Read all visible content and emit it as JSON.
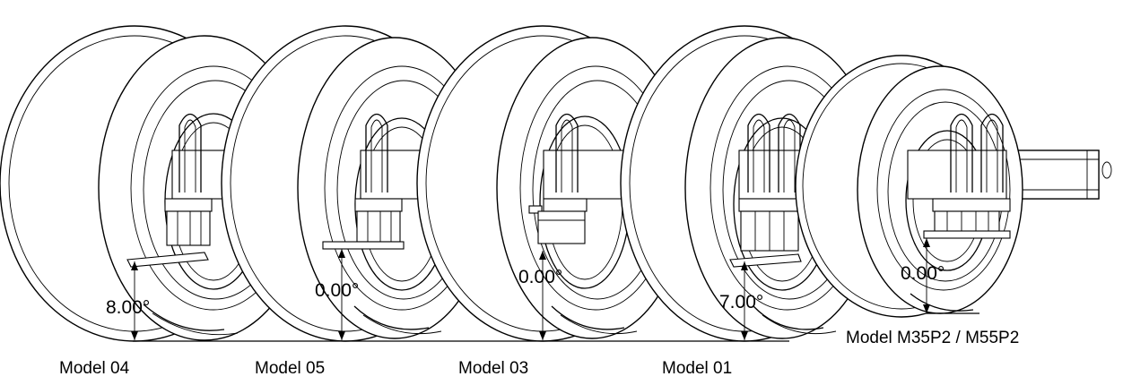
{
  "units": [
    {
      "model": "Model 04",
      "angle": "8.00°"
    },
    {
      "model": "Model 05",
      "angle": "0.00°"
    },
    {
      "model": "Model 03",
      "angle": "0.00°"
    },
    {
      "model": "Model 01",
      "angle": "7.00°"
    },
    {
      "model": "Model M35P2 / M55P2",
      "angle": "0.00°"
    }
  ]
}
